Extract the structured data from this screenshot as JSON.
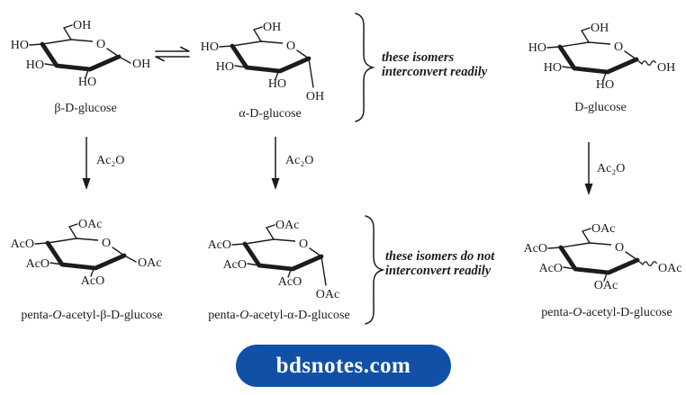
{
  "molecules": {
    "beta_glucose": {
      "label": "β-D-glucose",
      "ch2": "OH",
      "ring_o": "O",
      "c4": "HO",
      "c3": "HO",
      "c2": "HO",
      "anomeric": "OH"
    },
    "alpha_glucose": {
      "label": "α-D-glucose",
      "ch2": "OH",
      "ring_o": "O",
      "c4": "HO",
      "c3": "HO",
      "c2": "HO",
      "anomeric": "OH"
    },
    "d_glucose": {
      "label": "D-glucose",
      "ch2": "OH",
      "ring_o": "O",
      "c4": "HO",
      "c3": "HO",
      "c2": "HO",
      "anomeric": "OH"
    },
    "beta_acetate": {
      "label_pre": "penta-",
      "label_o": "O",
      "label_post": "-acetyl-β-D-glucose",
      "ch2": "OAc",
      "ring_o": "O",
      "c4": "AcO",
      "c3": "AcO",
      "c2": "AcO",
      "anomeric": "OAc"
    },
    "alpha_acetate": {
      "label_pre": "penta-",
      "label_o": "O",
      "label_post": "-acetyl-α-D-glucose",
      "ch2": "OAc",
      "ring_o": "O",
      "c4": "AcO",
      "c3": "AcO",
      "c2": "AcO",
      "anomeric": "OAc"
    },
    "d_acetate": {
      "label_pre": "penta-",
      "label_o": "O",
      "label_post": "-acetyl-D-glucose",
      "ch2": "OAc",
      "ring_o": "O",
      "c4": "AcO",
      "c3": "AcO",
      "c2": "OAc",
      "anomeric": "OAc"
    }
  },
  "annotations": {
    "top_note_line1": "these isomers",
    "top_note_line2": "interconvert readily",
    "bottom_note_line1": "these isomers do not",
    "bottom_note_line2": "interconvert readily"
  },
  "reagent": "Ac₂O",
  "footer": {
    "site": "bdsnotes.com"
  },
  "colors": {
    "ink": "#1c1c1c",
    "pill": "#1150a6"
  }
}
